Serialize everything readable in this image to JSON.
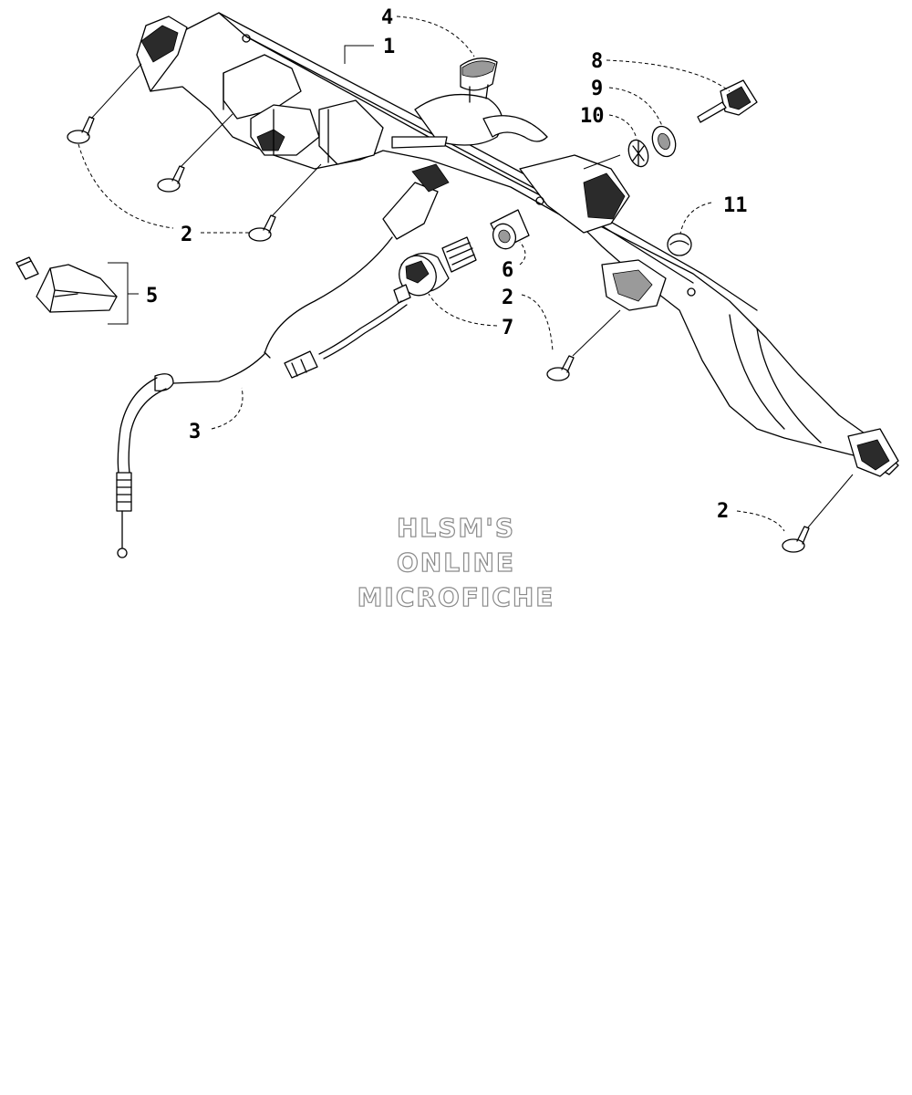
{
  "callouts": {
    "c1": "1",
    "c2a": "2",
    "c2b": "2",
    "c2c": "2",
    "c3": "3",
    "c4": "4",
    "c5": "5",
    "c6": "6",
    "c7": "7",
    "c8": "8",
    "c9": "9",
    "c10": "10",
    "c11": "11"
  },
  "watermark": {
    "line1": "HLSM'S",
    "line2": "ONLINE",
    "line3": "MICROFICHE"
  },
  "colors": {
    "ink": "#000000",
    "watermark_outline": "#8a8a8a",
    "paper": "#ffffff"
  }
}
